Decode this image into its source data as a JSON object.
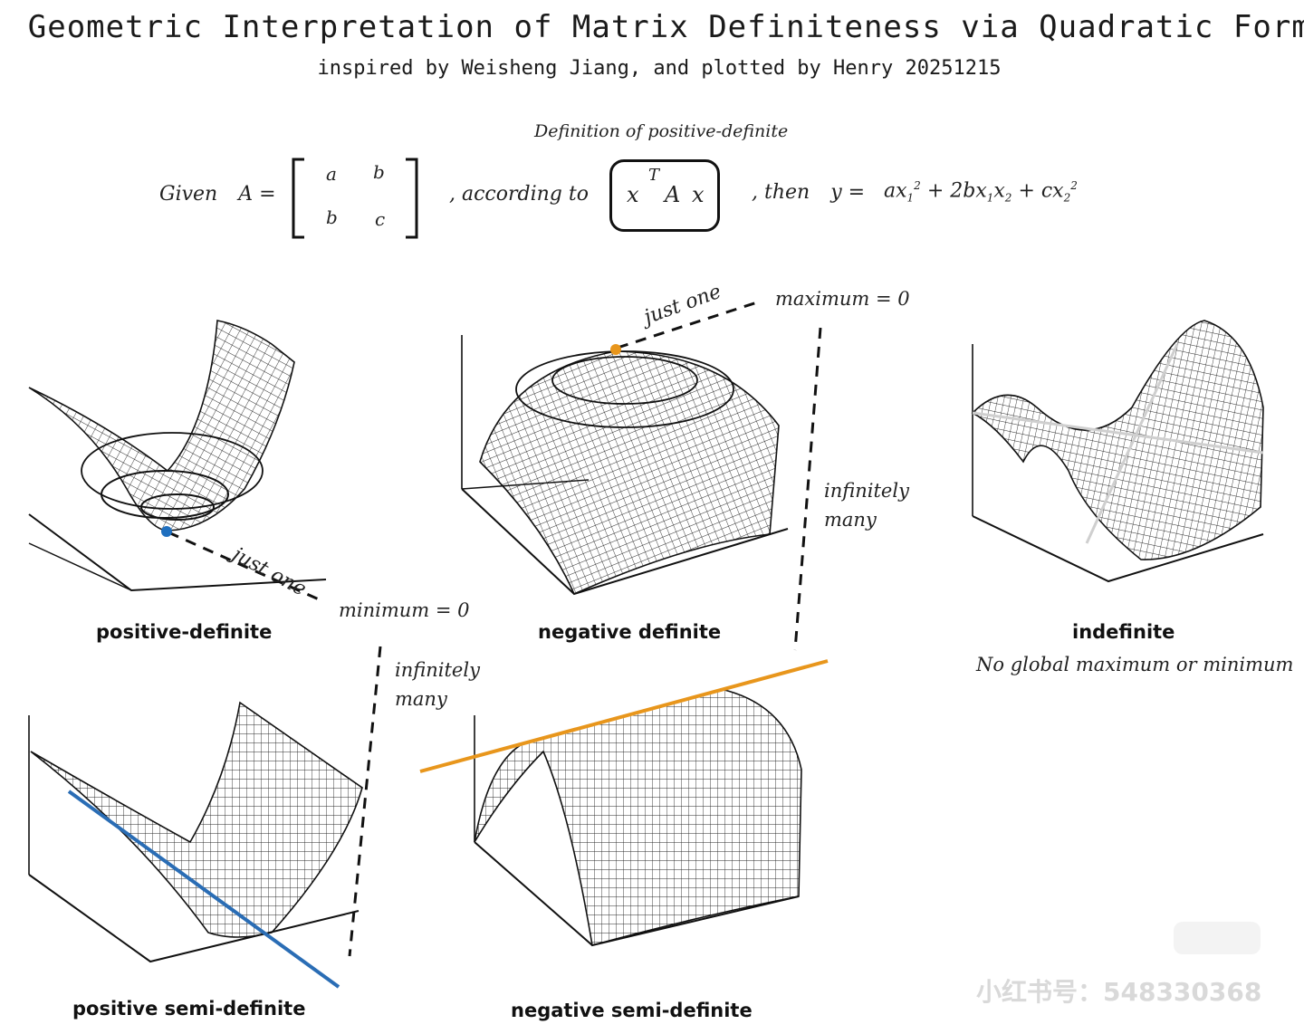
{
  "header": {
    "title": "Geometric Interpretation of Matrix Definiteness via Quadratic Forms",
    "subtitle": "inspired by Weisheng Jiang, and plotted by Henry 20251215"
  },
  "definition": {
    "heading": "Definition of positive-definite",
    "given": "Given",
    "matrix_name": "A =",
    "m11": "a",
    "m12": "b",
    "m21": "b",
    "m22": "c",
    "according_to": ", according to",
    "box_x1": "x",
    "box_T": "T",
    "box_A": "A",
    "box_x2": "x",
    "then": ", then",
    "y_eq": "y =",
    "t1": "ax",
    "t1sub": "1",
    "t1sup": "2",
    "t2": "+ 2bx",
    "t2sub1": "1",
    "t2x": "x",
    "t2sub2": "2",
    "t3": "+ cx",
    "t3sub": "2",
    "t3sup": "2"
  },
  "plots": {
    "pd_label": "positive-definite",
    "nd_label": "negative definite",
    "ind_label": "indefinite",
    "ind_note": "No global maximum or minimum",
    "psd_label": "positive semi-definite",
    "nsd_label": "negative semi-definite"
  },
  "annotations": {
    "pd_just_one": "just one",
    "pd_min": "minimum = 0",
    "nd_just_one": "just one",
    "nd_max": "maximum = 0",
    "psd_inf": "infinitely",
    "psd_many": "many",
    "nsd_inf": "infinitely",
    "nsd_many": "many"
  },
  "colors": {
    "min_point": "#1f6fbf",
    "max_point": "#e8961c",
    "psd_line": "#2a6db5",
    "nsd_line": "#e8961c"
  },
  "watermark": "小红书号：548330368"
}
